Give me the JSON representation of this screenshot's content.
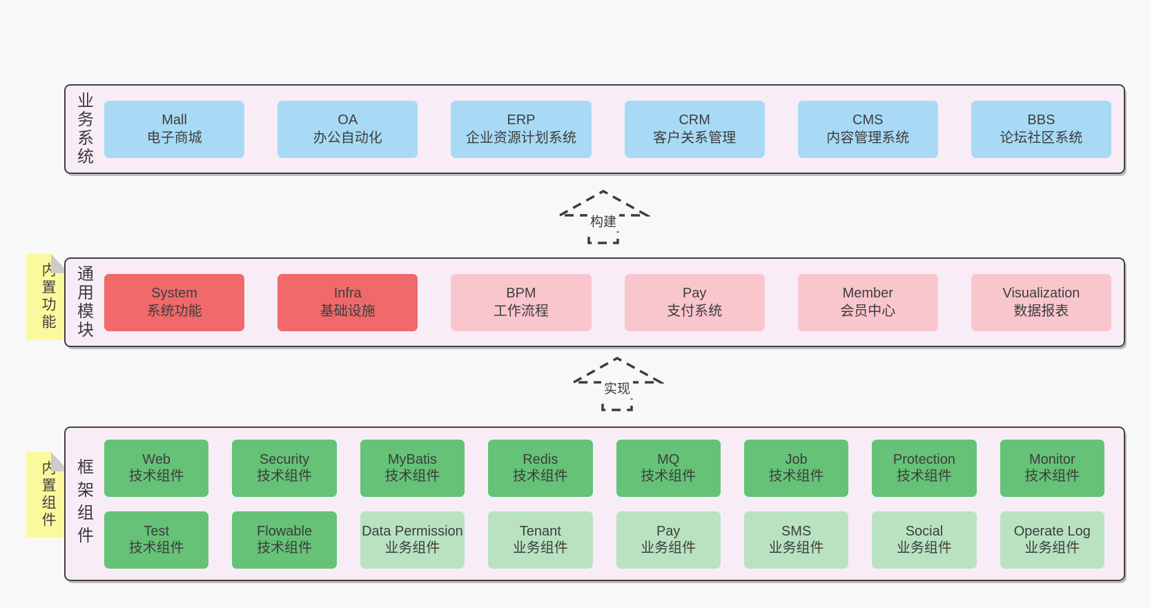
{
  "arrows": [
    {
      "label": "构建"
    },
    {
      "label": "实现"
    }
  ],
  "notes": {
    "modules": "内置功能",
    "components": "内置组件"
  },
  "colors": {
    "page_background": "#f8f8f8",
    "panel_background": "#f8edf6",
    "panel_border": "#3f3f3f",
    "business_box": "#a8daf5",
    "module_core_box": "#f0696b",
    "module_box": "#f9c6ce",
    "tech_component_box": "#65c276",
    "biz_component_box": "#b9e3c0",
    "sticky_note": "#fbf99d"
  },
  "panels": [
    {
      "label": "业务系统",
      "boxes": [
        {
          "name": "Mall",
          "desc": "电子商城"
        },
        {
          "name": "OA",
          "desc": "办公自动化"
        },
        {
          "name": "ERP",
          "desc": "企业资源计划系统"
        },
        {
          "name": "CRM",
          "desc": "客户关系管理"
        },
        {
          "name": "CMS",
          "desc": "内容管理系统"
        },
        {
          "name": "BBS",
          "desc": "论坛社区系统"
        }
      ]
    },
    {
      "label": "通用模块",
      "boxes": [
        {
          "name": "System",
          "desc": "系统功能"
        },
        {
          "name": "Infra",
          "desc": "基础设施"
        },
        {
          "name": "BPM",
          "desc": "工作流程"
        },
        {
          "name": "Pay",
          "desc": "支付系统"
        },
        {
          "name": "Member",
          "desc": "会员中心"
        },
        {
          "name": "Visualization",
          "desc": "数据报表"
        }
      ]
    },
    {
      "label": "框架组件",
      "boxes": [
        {
          "name": "Web",
          "desc": "技术组件"
        },
        {
          "name": "Security",
          "desc": "技术组件"
        },
        {
          "name": "MyBatis",
          "desc": "技术组件"
        },
        {
          "name": "Redis",
          "desc": "技术组件"
        },
        {
          "name": "MQ",
          "desc": "技术组件"
        },
        {
          "name": "Job",
          "desc": "技术组件"
        },
        {
          "name": "Protection",
          "desc": "技术组件"
        },
        {
          "name": "Monitor",
          "desc": "技术组件"
        },
        {
          "name": "Test",
          "desc": "技术组件"
        },
        {
          "name": "Flowable",
          "desc": "技术组件"
        },
        {
          "name": "Data Permission",
          "desc": "业务组件"
        },
        {
          "name": "Tenant",
          "desc": "业务组件"
        },
        {
          "name": "Pay",
          "desc": "业务组件"
        },
        {
          "name": "SMS",
          "desc": "业务组件"
        },
        {
          "name": "Social",
          "desc": "业务组件"
        },
        {
          "name": "Operate Log",
          "desc": "业务组件"
        }
      ]
    }
  ]
}
